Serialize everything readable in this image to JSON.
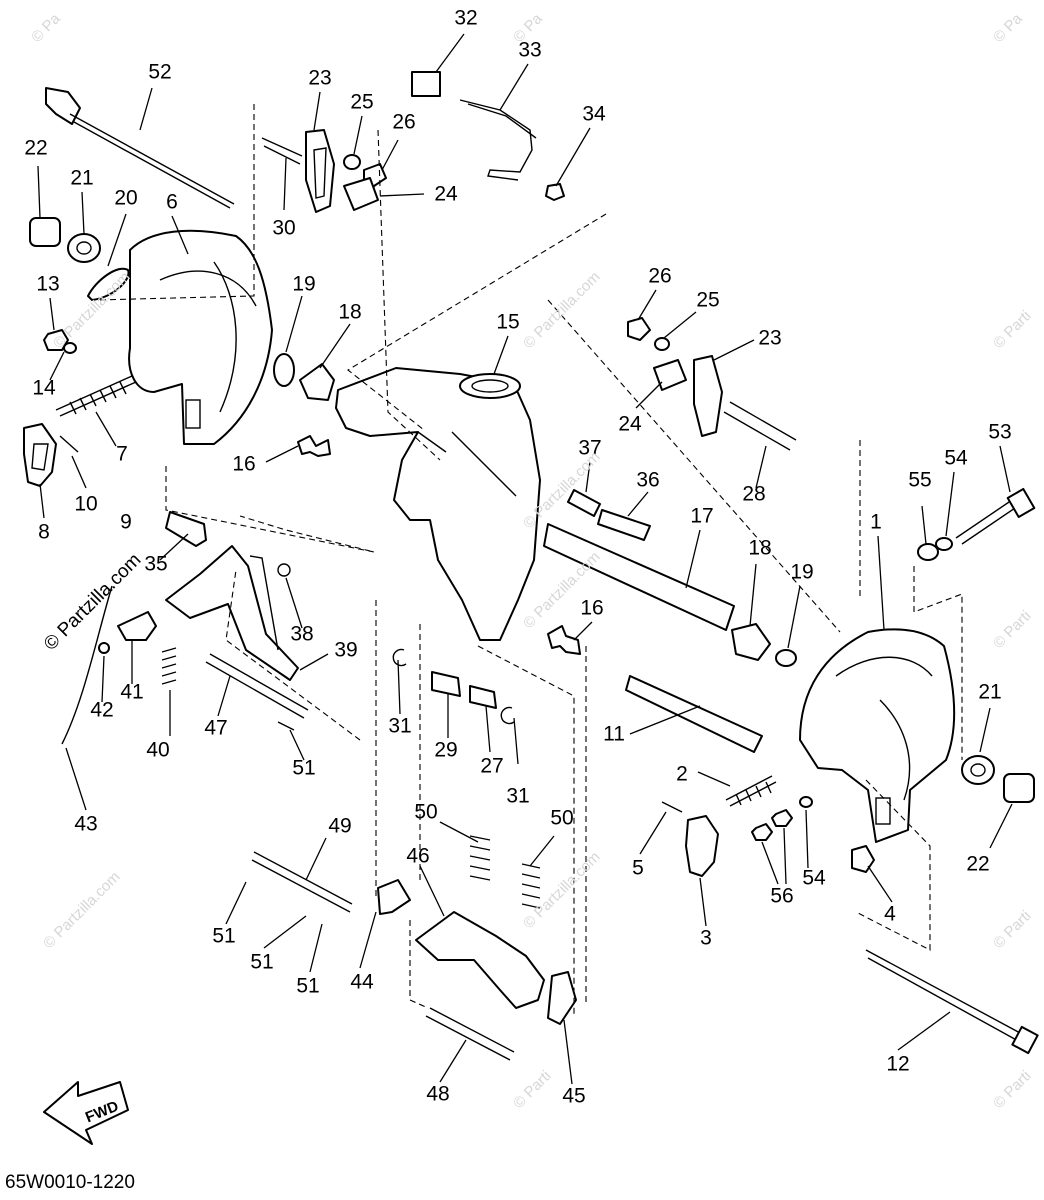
{
  "diagram_code": "65W0010-1220",
  "fwd_label": "FWD",
  "watermarks": {
    "site_text": "© Partzilla.com",
    "items": [
      "© Pa",
      "© Pa",
      "© Pa",
      "© Partzilla.com",
      "© Partzilla.com",
      "© Partzilla.com",
      "© Partzilla.com",
      "© Partzilla.com",
      "© Partzilla.com",
      "© Partzilla.com",
      "© Parti",
      "© Parti",
      "© Parti",
      "© Parti",
      "© Parti"
    ]
  },
  "callouts": [
    "1",
    "2",
    "3",
    "4",
    "5",
    "6",
    "7",
    "8",
    "9",
    "10",
    "11",
    "12",
    "13",
    "14",
    "15",
    "16",
    "16",
    "17",
    "18",
    "18",
    "19",
    "19",
    "20",
    "21",
    "21",
    "22",
    "22",
    "23",
    "23",
    "24",
    "24",
    "25",
    "25",
    "26",
    "26",
    "27",
    "28",
    "29",
    "30",
    "31",
    "31",
    "32",
    "33",
    "34",
    "35",
    "36",
    "37",
    "38",
    "39",
    "40",
    "41",
    "42",
    "43",
    "44",
    "45",
    "46",
    "47",
    "48",
    "49",
    "50",
    "50",
    "51",
    "51",
    "51",
    "51",
    "52",
    "53",
    "54",
    "54",
    "55",
    "56"
  ]
}
